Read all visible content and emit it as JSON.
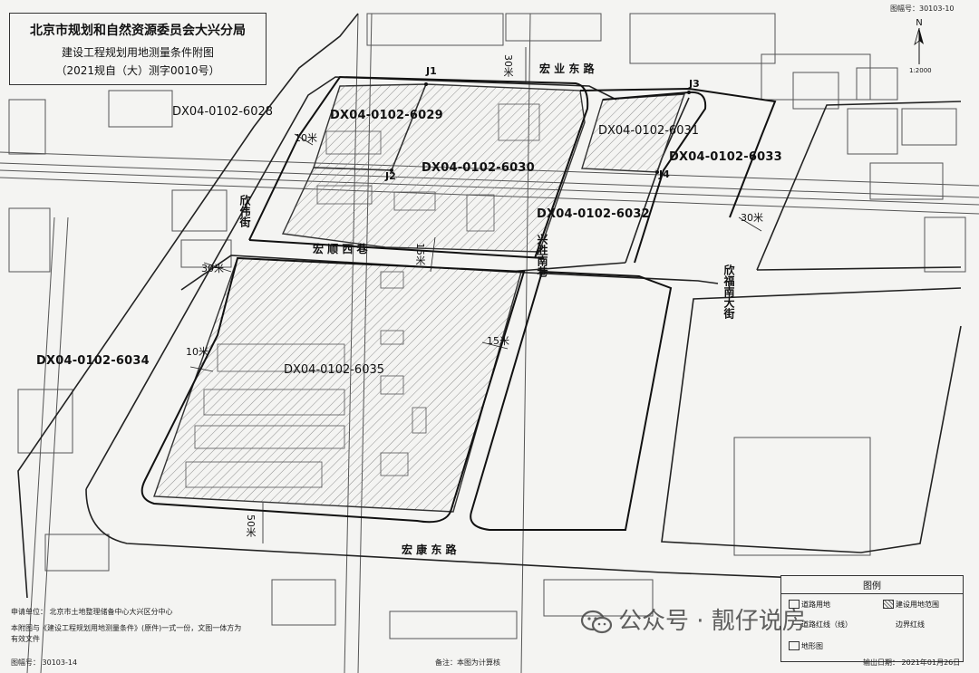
{
  "header": {
    "title": "北京市规划和自然资源委员会大兴分局",
    "subtitle": "建设工程规划用地测量条件附图",
    "doc_no": "（2021规自（大）测字0010号）"
  },
  "top_right_no": "图幅号：30103-10",
  "north": {
    "letter": "N",
    "scale": "1:2000"
  },
  "parcels": {
    "p6028": "DX04-0102-6028",
    "p6029": "DX04-0102-6029",
    "p6030": "DX04-0102-6030",
    "p6031": "DX04-0102-6031",
    "p6032": "DX04-0102-6032",
    "p6033": "DX04-0102-6033",
    "p6034": "DX04-0102-6034",
    "p6035": "DX04-0102-6035"
  },
  "roads": {
    "hongye": "宏 业 东 路",
    "hongshun": "宏 顺 西 巷",
    "hongkang": "宏 康 东 路",
    "xinsheng": "兴胜南巷",
    "xinfu": "欣福南大街",
    "xinwei": "欣伟街"
  },
  "widths": {
    "w30_top": "30米",
    "w10_a": "10米",
    "w30_right": "30米",
    "w15_a": "15米",
    "w30_left": "30米",
    "w10_b": "10米",
    "w15_b": "15米",
    "w50": "50米"
  },
  "points": {
    "j1": "J1",
    "j2": "J2",
    "j3": "J3",
    "j4": "J4"
  },
  "legend": {
    "title": "图例",
    "road_land": "道路用地",
    "build_land": "建设用地范围",
    "red_line": "道路红线（线）",
    "control_line": "边界红线",
    "topo": "地形图"
  },
  "footer": {
    "applicant": "申请单位：  北京市土地整理储备中心大兴区分中心",
    "note1": "本附图与《建设工程规划用地测量条件》(原件)一式一份，文图一体方为",
    "note2": "有效文件",
    "sheet_no": "图幅号：  30103-14",
    "remark": "备注：本图为计算核",
    "output_date": "输出日期：  2021年01月26日"
  },
  "watermark": "公众号 · 靓仔说房"
}
